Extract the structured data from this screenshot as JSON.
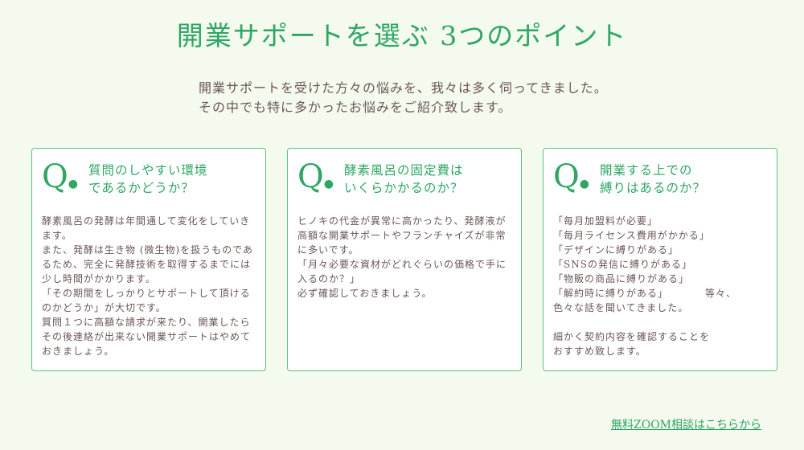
{
  "title": "開業サポートを選ぶ 3つのポイント",
  "intro": [
    "開業サポートを受けた方々の悩みを、我々は多く伺ってきました。",
    "その中でも特に多かったお悩みをご紹介致します。"
  ],
  "q_mark": "Q",
  "cards": [
    {
      "question": [
        "質問のしやすい環境",
        "であるかどうか？"
      ],
      "answer": "酵素風呂の発酵は年間通して変化をしていきます。\nまた、発酵は生き物 (微生物)を扱うものであるため、完全に発酵技術を取得するまでには少し時間がかかります。\n「その期間をしっかりとサポートして頂けるのかどうか」が大切です。\n質問１つに高額な請求が来たり、開業したらその後連絡が出来ない開業サポートはやめておきましょう。"
    },
    {
      "question": [
        "酵素風呂の固定費は",
        "いくらかかるのか？"
      ],
      "answer": "ヒノキの代金が異常に高かったり、発酵液が高額な開業サポートやフランチャイズが非常に多いです。\n「月々必要な資材がどれぐらいの価格で手に入るのか？」\n必ず確認しておきましょう。"
    },
    {
      "question": [
        "開業する上での",
        "縛りはあるのか？"
      ],
      "answer": "「毎月加盟料が必要」\n「毎月ライセンス費用がかかる」\n「デザインに縛りがある」\n「SNSの発信に縛りがある」\n「物販の商品に縛りがある」\n「解約時に縛りがある」　　　　等々、\n 色々な話を聞いてきました。\n\n 細かく契約内容を確認することを\n おすすめ致します。"
    }
  ],
  "cta": "無料ZOOM相談はこちらから"
}
